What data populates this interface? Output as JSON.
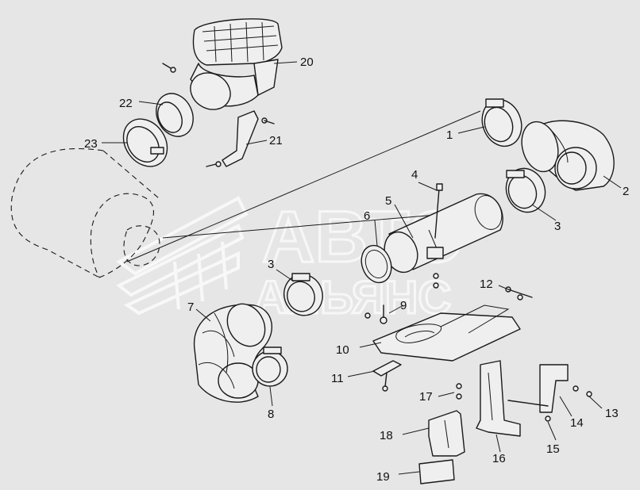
{
  "watermark": {
    "line1": "АВТО",
    "line2": "АЛЬЯНС"
  },
  "callouts": [
    "1",
    "2",
    "3",
    "4",
    "5",
    "6",
    "3",
    "7",
    "8",
    "9",
    "10",
    "11",
    "12",
    "13",
    "14",
    "15",
    "16",
    "17",
    "18",
    "19",
    "20",
    "21",
    "22",
    "23"
  ]
}
